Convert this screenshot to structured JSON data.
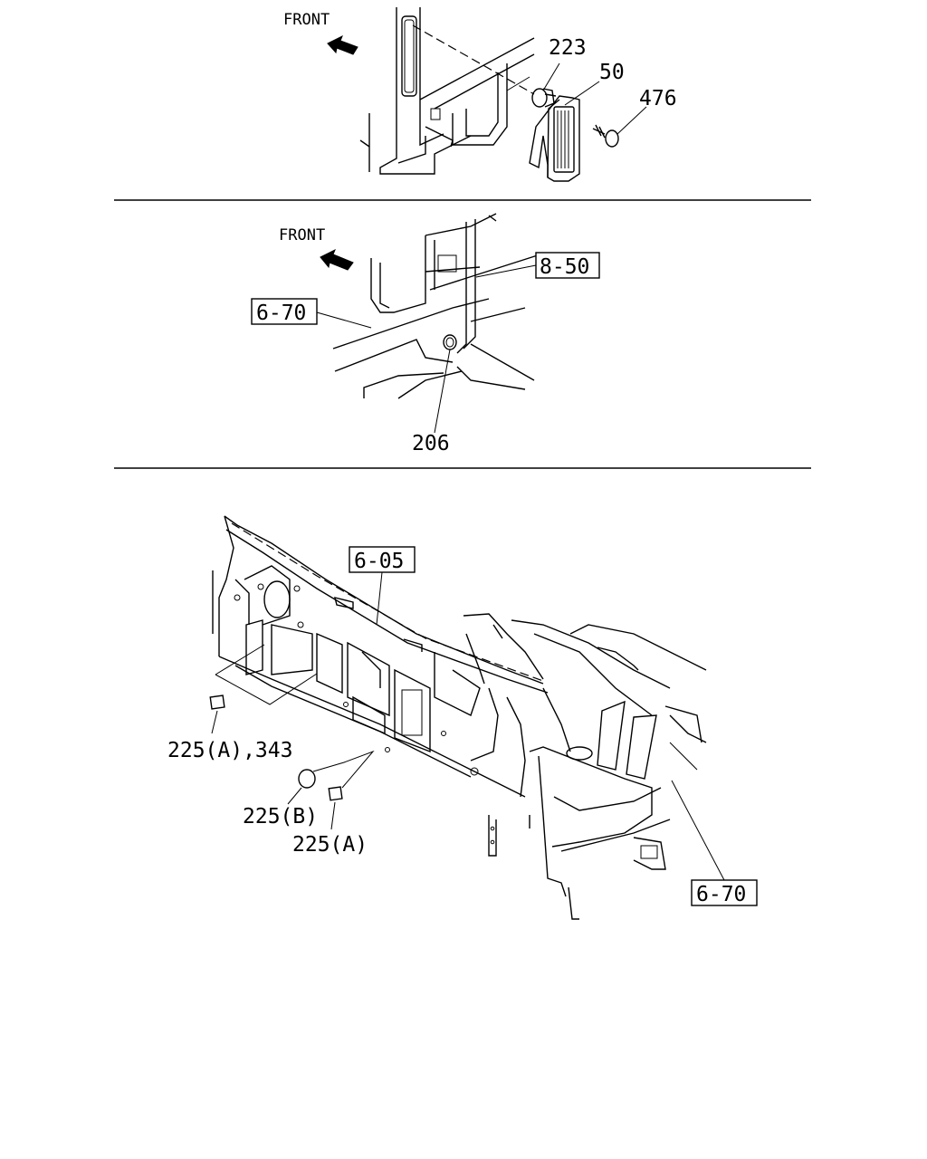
{
  "panels": [
    {
      "front_label": "FRONT",
      "callouts": [
        "223",
        "50",
        "476"
      ]
    },
    {
      "front_label": "FRONT",
      "ref_boxes": [
        "8-50",
        "6-70"
      ],
      "callouts": [
        "206"
      ]
    },
    {
      "ref_boxes": [
        "6-05",
        "6-70"
      ],
      "callouts": [
        "225(A),343",
        "225(B)",
        "225(A)"
      ]
    }
  ]
}
